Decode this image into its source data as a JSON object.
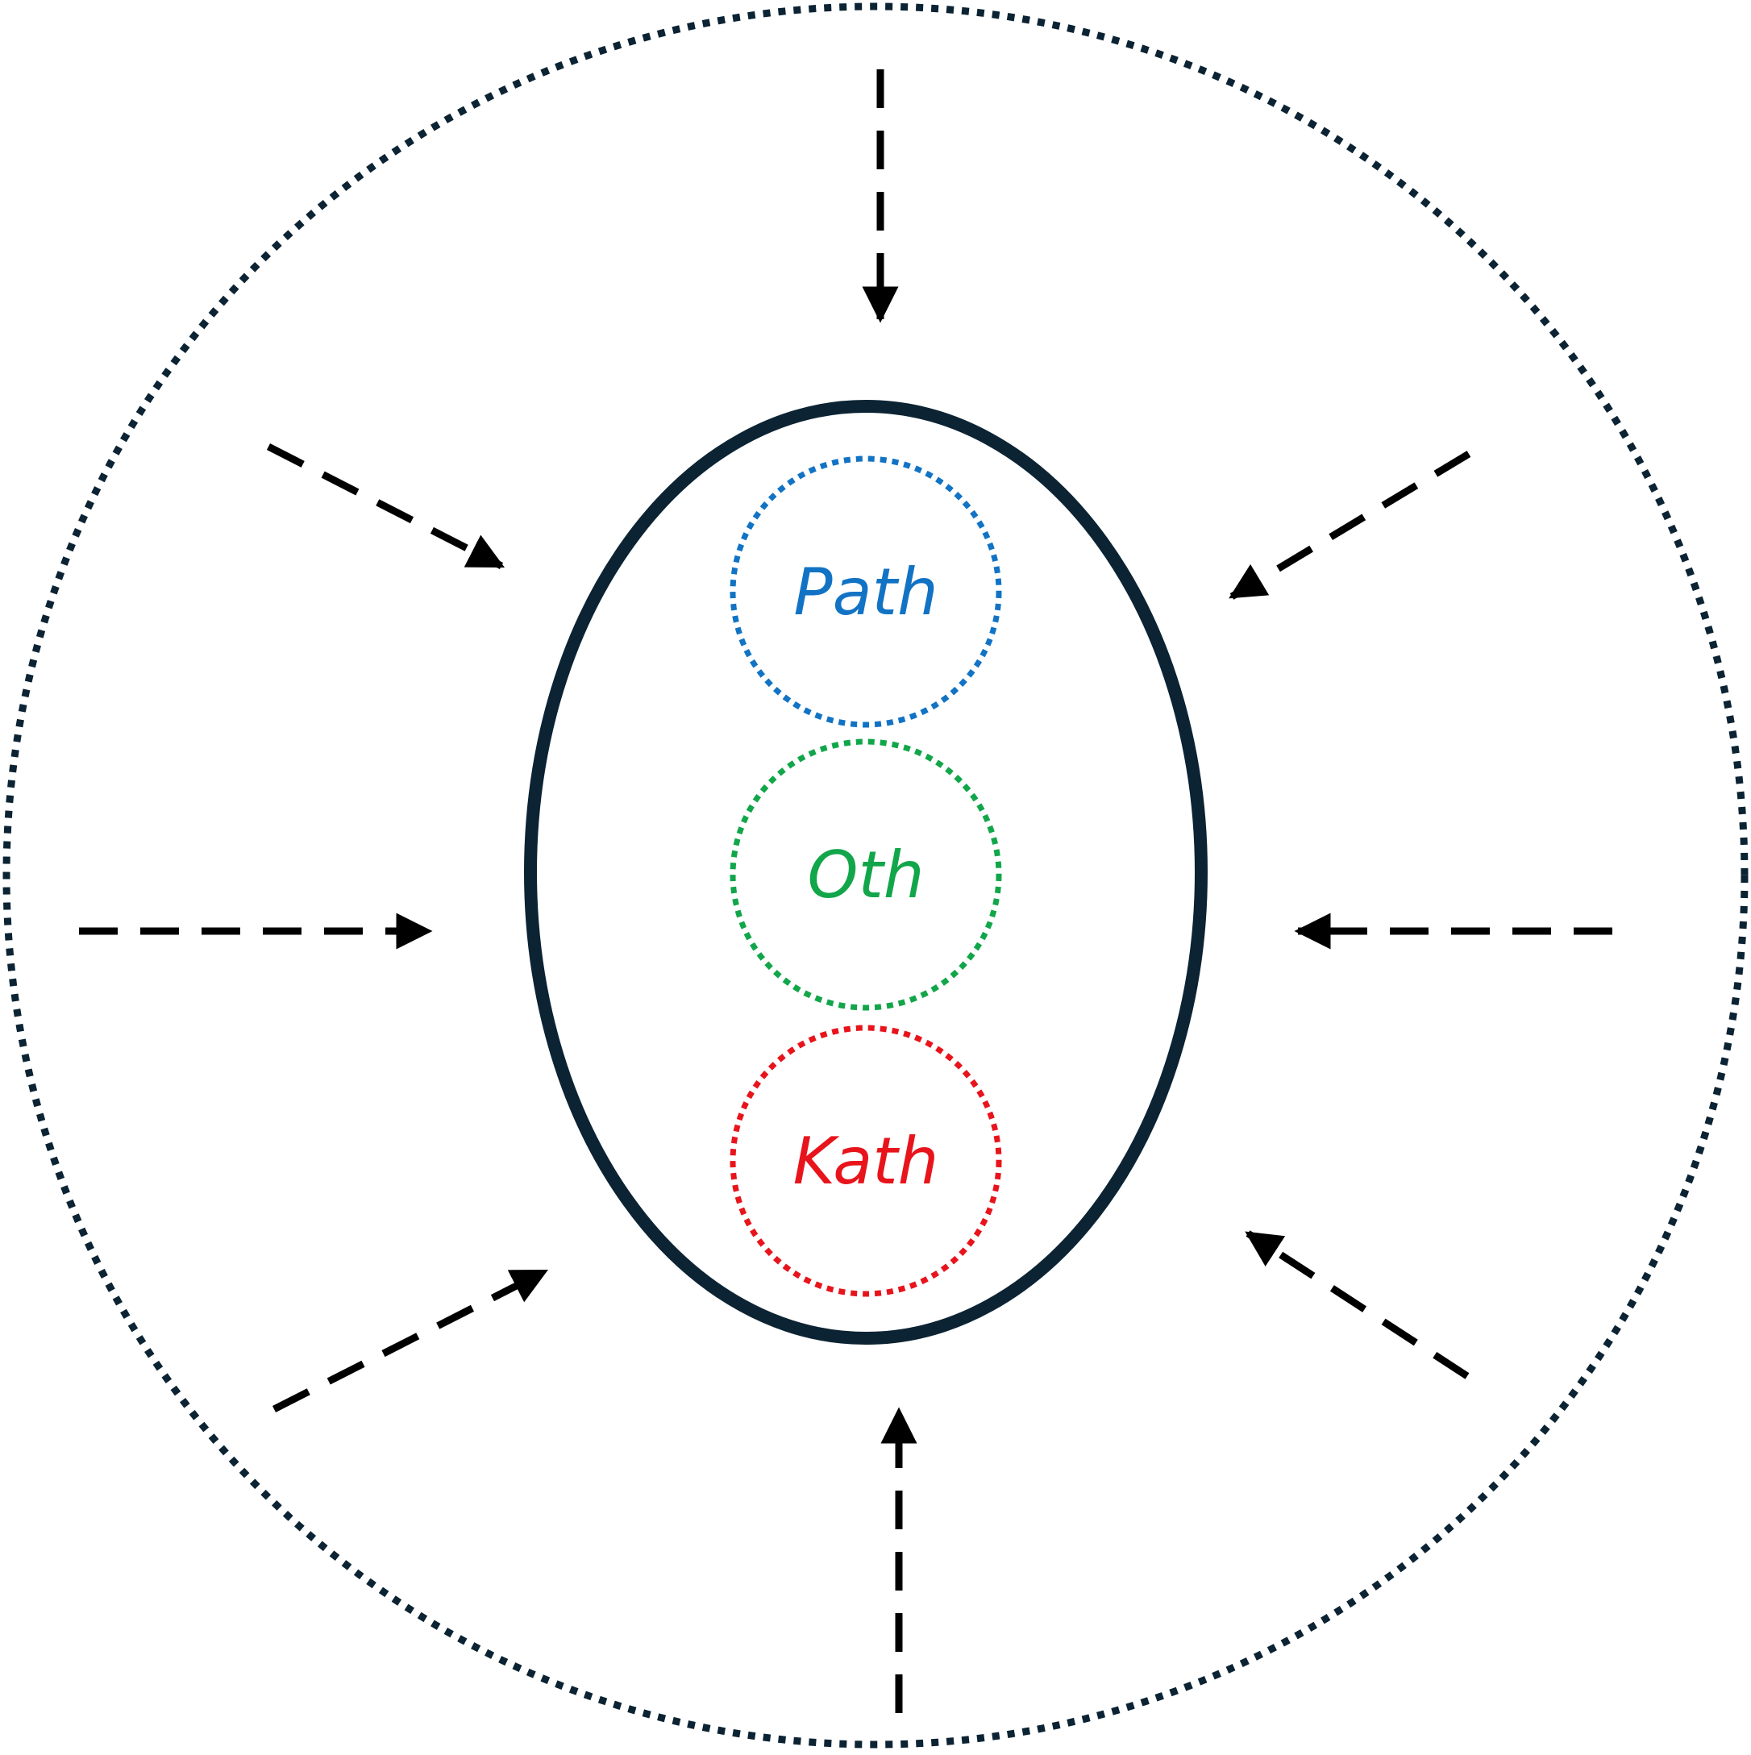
{
  "colors": {
    "outer_boundary": "#0c2333",
    "oval_boundary": "#0c2333",
    "arrow": "#000000",
    "background": "#ffffff"
  },
  "compartments": [
    {
      "label": "Path",
      "color": "#1273c4"
    },
    {
      "label": "Oth",
      "color": "#12a64a"
    },
    {
      "label": "Kath",
      "color": "#e8141c"
    }
  ],
  "arrows": {
    "count": 8,
    "style": "dashed",
    "direction": "inward"
  }
}
